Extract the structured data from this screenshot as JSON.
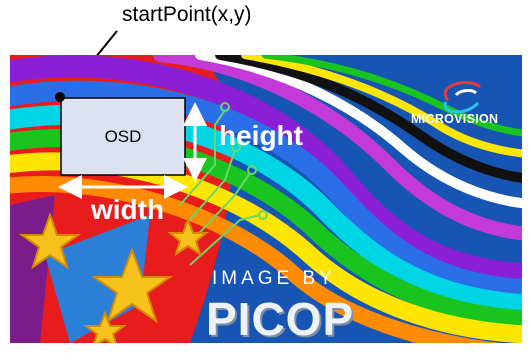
{
  "diagram": {
    "start_point_label": "startPoint(x,y)",
    "osd_label": "OSD",
    "height_label": "height",
    "width_label": "width"
  },
  "background": {
    "brand_name": "MICROVISION",
    "credit_line": "IMAGE BY",
    "product_name": "PICOP",
    "colors": {
      "base": "#1655b3",
      "red": "#e81c1c",
      "orange": "#ff8c00",
      "yellow": "#ffe600",
      "green": "#19c41f",
      "cyan": "#00d5e6",
      "blue": "#2a6fe8",
      "purple": "#8a1fd6",
      "magenta": "#c43ad9",
      "black": "#111111",
      "white": "#ffffff"
    }
  },
  "icons": [
    "microvision-logo-icon",
    "star-icon",
    "circuit-trace-icon"
  ]
}
